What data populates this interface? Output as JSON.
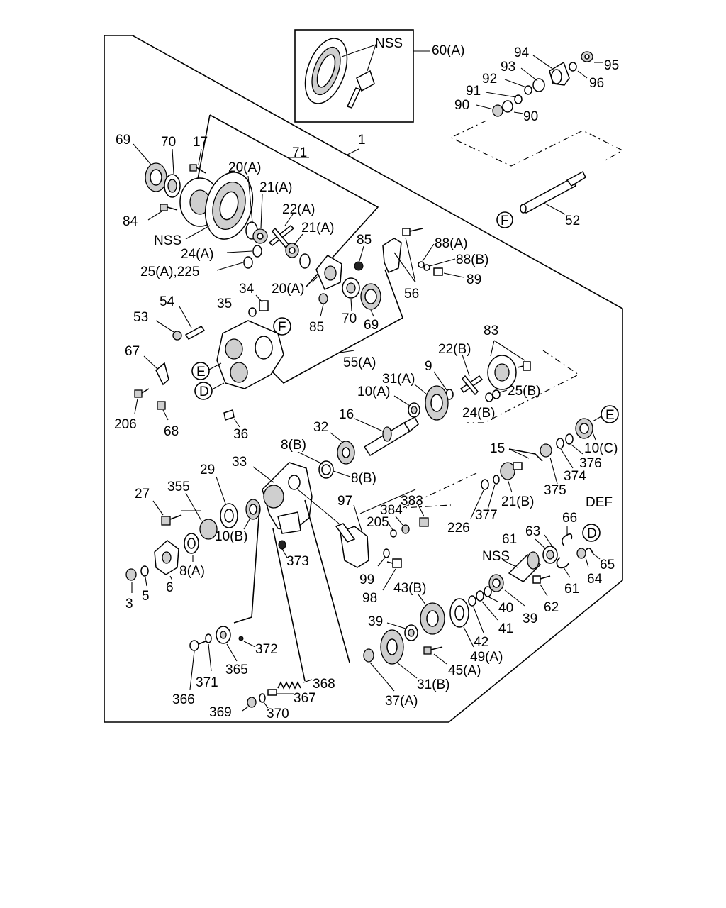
{
  "diagram": {
    "labels": {
      "l_1": "1",
      "l_60a": "60(A)",
      "l_nss_top": "NSS",
      "l_94": "94",
      "l_95": "95",
      "l_93": "93",
      "l_96": "96",
      "l_92": "92",
      "l_91": "91",
      "l_90a": "90",
      "l_90b": "90",
      "l_52": "52",
      "l_f1": "F",
      "l_69a": "69",
      "l_70a": "70",
      "l_17": "17",
      "l_71": "71",
      "l_20a1": "20(A)",
      "l_21a1": "21(A)",
      "l_22a": "22(A)",
      "l_21a2": "21(A)",
      "l_84": "84",
      "l_nss_left": "NSS",
      "l_24a": "24(A)",
      "l_25a": "25(A),225",
      "l_20a2": "20(A)",
      "l_85a": "85",
      "l_85b": "85",
      "l_70b": "70",
      "l_69b": "69",
      "l_88a": "88(A)",
      "l_88b": "88(B)",
      "l_89": "89",
      "l_56": "56",
      "l_34": "34",
      "l_35": "35",
      "l_54": "54",
      "l_53": "53",
      "l_f2": "F",
      "l_e1": "E",
      "l_d1": "D",
      "l_55a": "55(A)",
      "l_67": "67",
      "l_206": "206",
      "l_68": "68",
      "l_36": "36",
      "l_83": "83",
      "l_22b": "22(B)",
      "l_9": "9",
      "l_31a": "31(A)",
      "l_10a": "10(A)",
      "l_25b": "25(B)",
      "l_24b": "24(B)",
      "l_16": "16",
      "l_32": "32",
      "l_e2": "E",
      "l_15": "15",
      "l_10c": "10(C)",
      "l_376": "376",
      "l_374": "374",
      "l_375": "375",
      "l_8b1": "8(B)",
      "l_8b2": "8(B)",
      "l_33": "33",
      "l_29": "29",
      "l_27": "27",
      "l_355": "355",
      "l_10b": "10(B)",
      "l_8a": "8(A)",
      "l_6": "6",
      "l_3": "3",
      "l_5": "5",
      "l_373": "373",
      "l_97": "97",
      "l_383": "383",
      "l_384": "384",
      "l_205": "205",
      "l_226": "226",
      "l_377": "377",
      "l_21b": "21(B)",
      "l_def": "DEF",
      "l_66": "66",
      "l_d2": "D",
      "l_61a": "61",
      "l_63": "63",
      "l_nss_mid": "NSS",
      "l_65": "65",
      "l_61b": "61",
      "l_64": "64",
      "l_99": "99",
      "l_98": "98",
      "l_43b": "43(B)",
      "l_62": "62",
      "l_40": "40",
      "l_39a": "39",
      "l_41": "41",
      "l_39b": "39",
      "l_42": "42",
      "l_49a": "49(A)",
      "l_45a": "45(A)",
      "l_372": "372",
      "l_365": "365",
      "l_371": "371",
      "l_366": "366",
      "l_368": "368",
      "l_367": "367",
      "l_369": "369",
      "l_370": "370",
      "l_37a": "37(A)",
      "l_31b": "31(B)"
    }
  }
}
